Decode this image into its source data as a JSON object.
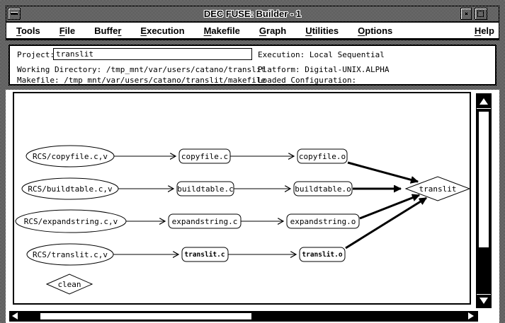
{
  "window": {
    "title": "DEC FUSE: Builder - 1"
  },
  "menu": {
    "items": [
      {
        "pre": "",
        "mn": "T",
        "post": "ools"
      },
      {
        "pre": "",
        "mn": "F",
        "post": "ile"
      },
      {
        "pre": "Buffe",
        "mn": "r",
        "post": ""
      },
      {
        "pre": "",
        "mn": "E",
        "post": "xecution"
      },
      {
        "pre": "",
        "mn": "M",
        "post": "akefile"
      },
      {
        "pre": "",
        "mn": "G",
        "post": "raph"
      },
      {
        "pre": "",
        "mn": "U",
        "post": "tilities"
      },
      {
        "pre": "",
        "mn": "O",
        "post": "ptions"
      }
    ],
    "help": {
      "pre": "",
      "mn": "H",
      "post": "elp"
    }
  },
  "info": {
    "project_label": "Project:",
    "project_value": "translit",
    "working_directory_label": "Working Directory:",
    "working_directory_value": "/tmp_mnt/var/users/catano/translit",
    "makefile_label": "Makefile:",
    "makefile_value": "/tmp_mnt/var/users/catano/translit/makefile",
    "execution_label": "Execution:",
    "execution_value": "Local Sequential",
    "platform_label": "Platform:",
    "platform_value": "Digital-UNIX.ALPHA",
    "loaded_configuration_label": "Loaded Configuration:",
    "loaded_configuration_value": ""
  },
  "graph": {
    "nodes": {
      "rcs_copyfile_cv": {
        "label": "RCS/copyfile.c,v",
        "shape": "ellipse",
        "emphasis": false
      },
      "copyfile_c": {
        "label": "copyfile.c",
        "shape": "box",
        "emphasis": false
      },
      "copyfile_o": {
        "label": "copyfile.o",
        "shape": "box",
        "emphasis": false
      },
      "rcs_buildtable_cv": {
        "label": "RCS/buildtable.c,v",
        "shape": "ellipse",
        "emphasis": false
      },
      "buildtable_c": {
        "label": "buildtable.c",
        "shape": "box",
        "emphasis": false
      },
      "buildtable_o": {
        "label": "buildtable.o",
        "shape": "box",
        "emphasis": false
      },
      "rcs_expandstring_cv": {
        "label": "RCS/expandstring.c,v",
        "shape": "ellipse",
        "emphasis": false
      },
      "expandstring_c": {
        "label": "expandstring.c",
        "shape": "box",
        "emphasis": false
      },
      "expandstring_o": {
        "label": "expandstring.o",
        "shape": "box",
        "emphasis": false
      },
      "rcs_translit_cv": {
        "label": "RCS/translit.c,v",
        "shape": "ellipse",
        "emphasis": false
      },
      "translit_c": {
        "label": "translit.c",
        "shape": "box",
        "emphasis": true
      },
      "translit_o": {
        "label": "translit.o",
        "shape": "box",
        "emphasis": true
      },
      "translit_target": {
        "label": "translit",
        "shape": "diamond",
        "emphasis": false
      },
      "clean_target": {
        "label": "clean",
        "shape": "diamond",
        "emphasis": false
      }
    },
    "edges": [
      {
        "from": "rcs_copyfile_cv",
        "to": "copyfile_c",
        "style": "normal"
      },
      {
        "from": "copyfile_c",
        "to": "copyfile_o",
        "style": "normal"
      },
      {
        "from": "rcs_buildtable_cv",
        "to": "buildtable_c",
        "style": "normal"
      },
      {
        "from": "buildtable_c",
        "to": "buildtable_o",
        "style": "normal"
      },
      {
        "from": "rcs_expandstring_cv",
        "to": "expandstring_c",
        "style": "normal"
      },
      {
        "from": "expandstring_c",
        "to": "expandstring_o",
        "style": "normal"
      },
      {
        "from": "rcs_translit_cv",
        "to": "translit_c",
        "style": "normal"
      },
      {
        "from": "translit_c",
        "to": "translit_o",
        "style": "normal"
      },
      {
        "from": "copyfile_o",
        "to": "translit_target",
        "style": "bold"
      },
      {
        "from": "buildtable_o",
        "to": "translit_target",
        "style": "bold"
      },
      {
        "from": "expandstring_o",
        "to": "translit_target",
        "style": "bold"
      },
      {
        "from": "translit_o",
        "to": "translit_target",
        "style": "bold"
      }
    ]
  },
  "colors": {
    "fg": "#000000",
    "bg": "#ffffff",
    "frame": "#c8c8c8"
  }
}
